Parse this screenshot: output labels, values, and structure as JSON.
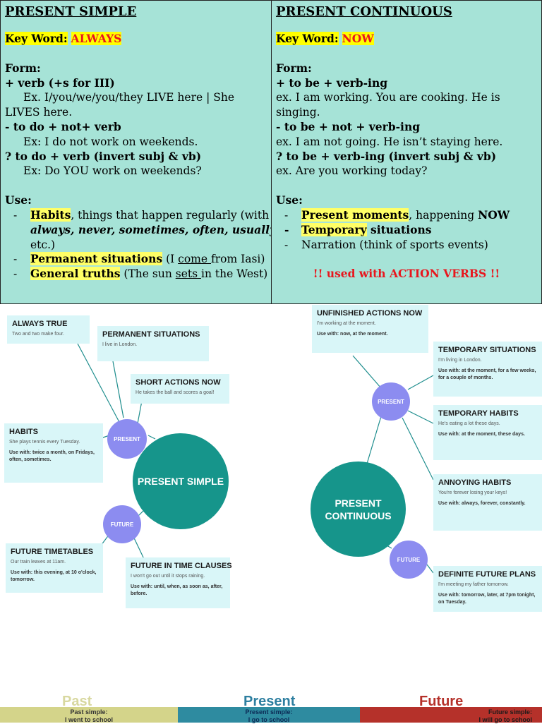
{
  "present_simple": {
    "heading": "PRESENT SIMPLE",
    "keyword_label": "Key Word:",
    "keyword": "ALWAYS",
    "form_label": "Form:",
    "form_pos": "+ verb (+s for III)",
    "ex_pos_1": "Ex. I/you/we/you/they LIVE here | She",
    "ex_pos_2": "LIVES here.",
    "form_neg": "- to do + not+ verb",
    "ex_neg": "Ex: I do not work on weekends.",
    "form_q": "? to do + verb (invert subj & vb)",
    "ex_q": "Ex: Do YOU work on weekends?",
    "use_label": "Use:",
    "use_1_hl": "Habits",
    "use_1_rest": ", things that happen regularly (with",
    "use_1_adverbs": "always, never, sometimes, often, usually",
    "use_1_comma": ",",
    "use_1_end": "etc.)",
    "use_2_hl": "Permanent situations",
    "use_2_a": " (I ",
    "use_2_u": "come ",
    "use_2_b": "from Iasi)",
    "use_3_hl": "General truths",
    "use_3_a": " (The sun ",
    "use_3_u": "sets ",
    "use_3_b": "in the West)"
  },
  "present_continuous": {
    "heading": "PRESENT CONTINUOUS",
    "keyword_label": "Key Word:",
    "keyword": "NOW",
    "form_label": "Form:",
    "form_pos": "+ to be + verb-ing",
    "ex_pos_1": "ex. I am working. You are cooking. He is",
    "ex_pos_2": "singing.",
    "form_neg": "- to be + not + verb-ing",
    "ex_neg": "ex. I am not going. He isn’t staying here.",
    "form_q": "? to be + verb-ing (invert subj & vb)",
    "ex_q": "ex. Are you working today?",
    "use_label": "Use:",
    "use_1_hl": "Present moments",
    "use_1_rest": ", happening ",
    "use_1_now": "NOW",
    "use_2_hl": "Temporary",
    "use_2_rest": " situations",
    "use_3": "Narration (think of sports events)",
    "warning": "!! used with ACTION VERBS !!"
  },
  "map_simple": {
    "center": "PRESENT SIMPLE",
    "present": "PRESENT",
    "future": "FUTURE",
    "always_true": {
      "title": "ALWAYS TRUE",
      "sub": "Two and two make four."
    },
    "permanent": {
      "title": "PERMANENT SITUATIONS",
      "sub": "I live in London."
    },
    "short_actions": {
      "title": "SHORT ACTIONS NOW",
      "sub": "He takes the ball and scores a goal!"
    },
    "habits": {
      "title": "HABITS",
      "sub": "She plays tennis every Tuesday.",
      "use": "Use with: twice a month, on Fridays, often, sometimes."
    },
    "timetables": {
      "title": "FUTURE TIMETABLES",
      "sub": "Our train leaves at 11am.",
      "use": "Use with: this evening, at 10 o'clock, tomorrow."
    },
    "time_clauses": {
      "title": "FUTURE IN TIME CLAUSES",
      "sub": "I won't go out until it stops raining.",
      "use": "Use with: until, when, as soon as, after, before."
    }
  },
  "map_continuous": {
    "center_1": "PRESENT",
    "center_2": "CONTINUOUS",
    "present": "PRESENT",
    "future": "FUTURE",
    "unfinished": {
      "title": "UNFINISHED ACTIONS NOW",
      "sub": "I'm working at the moment.",
      "use": "Use with: now, at the moment."
    },
    "temp_situations": {
      "title": "TEMPORARY SITUATIONS",
      "sub": "I'm living in London.",
      "use": "Use with: at the moment, for a few weeks, for a couple of months."
    },
    "temp_habits": {
      "title": "TEMPORARY HABITS",
      "sub": "He's eating a lot these days.",
      "use": "Use with: at the moment, these days."
    },
    "annoying": {
      "title": "ANNOYING HABITS",
      "sub": "You're forever losing your keys!",
      "use": "Use with: always, forever, constantly."
    },
    "definite_future": {
      "title": "DEFINITE FUTURE PLANS",
      "sub": "I'm meeting my father tomorrow.",
      "use": "Use with: tomorrow, later, at 7pm tonight, on Tuesday."
    }
  },
  "timeline": {
    "past": "Past",
    "present": "Present",
    "future": "Future",
    "past_simple": "Past simple:",
    "past_ex": "I went to school",
    "present_simple": "Present simple:",
    "present_ex": "I go to school",
    "future_simple": "Future simple:",
    "future_ex": "I will go to school",
    "colors": {
      "past": "#d4d48a",
      "present": "#2e8ba0",
      "future": "#b5312a"
    }
  }
}
